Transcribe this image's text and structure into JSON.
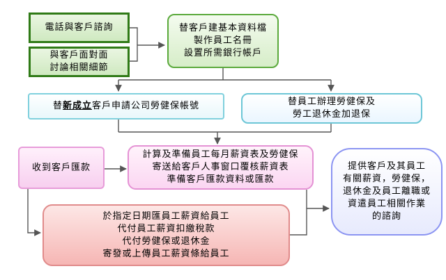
{
  "boxes": {
    "phone": {
      "lines": [
        "電話與客戶諮詢"
      ]
    },
    "meet": {
      "lines": [
        "與客戶面對面",
        "討論相關細節"
      ]
    },
    "setup": {
      "lines": [
        "替客戶建基本資料檔",
        "製作員工名冊",
        "設置所需銀行帳戶"
      ]
    },
    "apply": {
      "prefix": "替",
      "highlight": "新成立",
      "suffix": "客戶申請公司勞健保帳號"
    },
    "insurance": {
      "lines": [
        "替員工辦理勞健保及",
        "勞工退休金加退保"
      ]
    },
    "payment": {
      "lines": [
        "收到客戶匯款"
      ]
    },
    "calc": {
      "lines": [
        "計算及準備員工每月薪資表及勞健保",
        "寄送給客戶人事窗口覆核薪資表",
        "準備客戶匯款資料或匯款"
      ]
    },
    "pay": {
      "lines": [
        "於指定日期匯員工薪資給員工",
        "代付員工薪資扣繳稅款",
        "代付勞健保或退休金",
        "寄發或上傳員工薪資條給員工"
      ]
    },
    "consult": {
      "lines": [
        "提供客戶及其員工",
        "有關薪資，勞健保，",
        "退休金及員工離職或",
        "資遣員工相關作業",
        "的諮詢"
      ]
    }
  },
  "colors": {
    "connector": "#555555"
  }
}
